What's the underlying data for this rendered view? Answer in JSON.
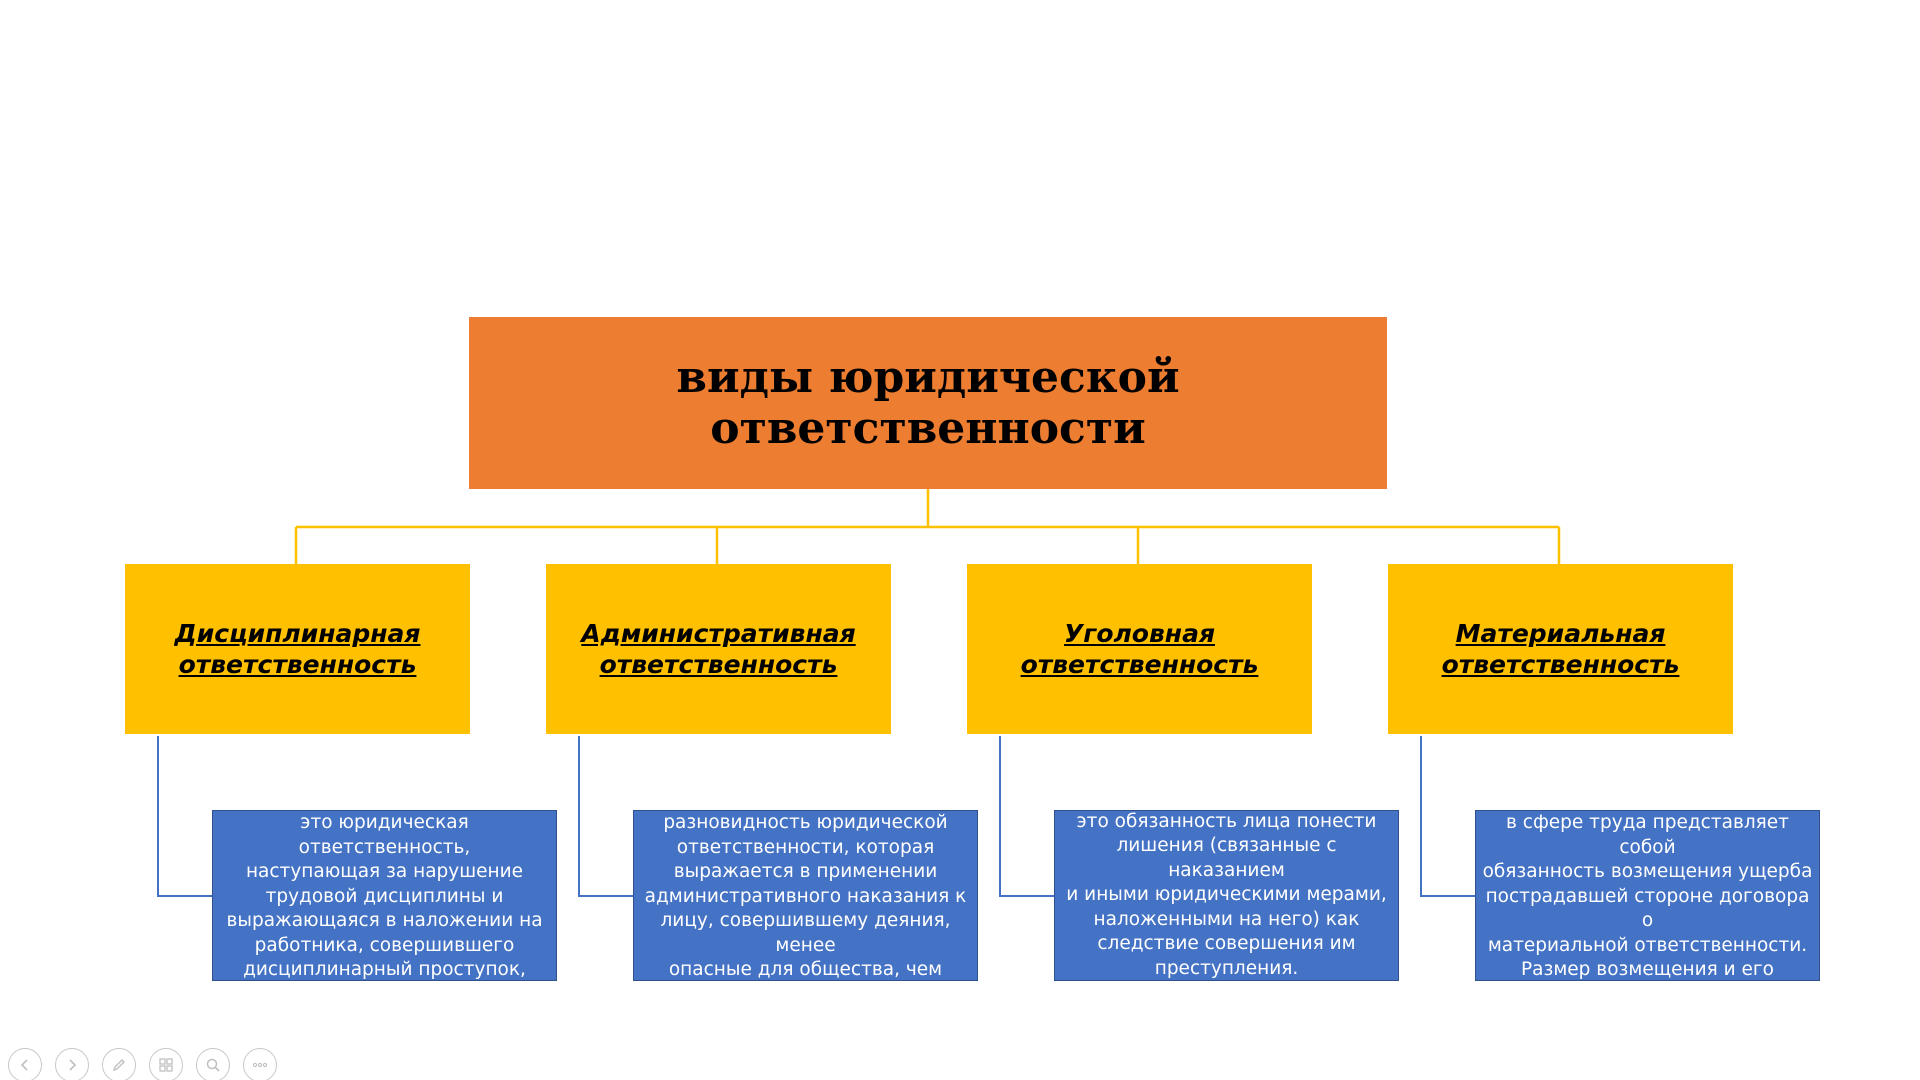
{
  "diagram": {
    "title": "виды юридической ответственности",
    "categories": [
      {
        "label": "Дисциплинарная ответственность",
        "definition": "это юридическая ответственность,\nнаступающая за нарушение\nтрудовой дисциплины и\nвыражающаяся в наложении на\nработника, совершившего\nдисциплинарный проступок,\nдисциплинарного взыскания"
      },
      {
        "label": "Административная ответственность",
        "definition": "разновидность юридической\nответственности, которая\nвыражается в применении\nадминистративного наказания к\nлицу, совершившему деяния, менее\nопасные для общества, чем\nпреступления"
      },
      {
        "label": "Уголовная ответственность",
        "definition": "это обязанность лица понести\nлишения (связанные с наказанием\nи иными юридическими мерами,\nналоженными на него) как\nследствие совершения им\nпреступления."
      },
      {
        "label": "Материальная ответственность",
        "definition": "в сфере труда представляет собой\nобязанность возмещения ущерба\nпострадавшей стороне договора о\nматериальной ответственности.\nРазмер возмещения и его порядке\nпредусмотрены трудовым\nзаконодательство"
      }
    ]
  },
  "colors": {
    "root": "#ED7D31",
    "category": "#FFC000",
    "definition": "#4472C4",
    "connector_top": "#FFC000",
    "connector_bottom": "#4472C4"
  },
  "navigation": {
    "buttons": [
      {
        "icon": "previous-icon"
      },
      {
        "icon": "next-icon"
      },
      {
        "icon": "pen-icon"
      },
      {
        "icon": "slides-icon"
      },
      {
        "icon": "zoom-icon"
      },
      {
        "icon": "more-icon"
      }
    ]
  }
}
